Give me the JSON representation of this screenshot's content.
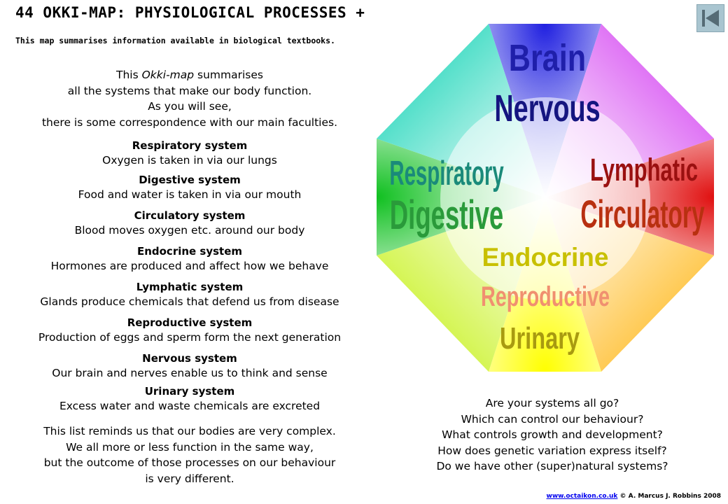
{
  "header": {
    "title": "44 OKKI-MAP: PHYSIOLOGICAL PROCESSES +",
    "subtitle": "This map summarises information available in biological textbooks."
  },
  "nav": {
    "back_icon": "skip-back-icon"
  },
  "intro": {
    "line1_pre": "This ",
    "line1_em": "Okki-map",
    "line1_post": " summarises",
    "line2": "all the systems that make our body function.",
    "line3": "As you will see,",
    "line4": "there is some correspondence with our main faculties."
  },
  "systems": [
    {
      "name": "Respiratory system",
      "desc": "Oxygen is taken in via our lungs"
    },
    {
      "name": "Digestive system",
      "desc": "Food and water is taken in via our mouth"
    },
    {
      "name": "Circulatory system",
      "desc": "Blood moves oxygen etc. around our body"
    },
    {
      "name": "Endocrine system",
      "desc": "Hormones are produced and affect how we behave"
    },
    {
      "name": "Lymphatic system",
      "desc": "Glands produce chemicals that defend us from disease"
    },
    {
      "name": "Reproductive system",
      "desc": "Production of eggs and sperm form the next generation"
    },
    {
      "name": "Nervous system",
      "desc": "Our brain and nerves enable us to think  and sense"
    },
    {
      "name": "Urinary system",
      "desc": "Excess water and waste chemicals are excreted"
    }
  ],
  "closing": {
    "line1": "This list reminds us that our bodies are very complex.",
    "line2": "We all more or less function in the same way,",
    "line3": "but the outcome of those processes on our behaviour",
    "line4": "is very different."
  },
  "diagram": {
    "labels": {
      "brain": "Brain",
      "nervous": "Nervous",
      "respiratory": "Respiratory",
      "digestive": "Digestive",
      "lymphatic": "Lymphatic",
      "circulatory": "Circulatory",
      "endocrine": "Endocrine",
      "reproductive": "Reproductive",
      "urinary": "Urinary"
    },
    "colors": {
      "top": "#2020e0",
      "right": "#e01010",
      "bottom": "#ffff00",
      "left": "#10c020",
      "top_right": "#d030f0",
      "bottom_right": "#ffb000",
      "bottom_left": "#c0f000",
      "top_left": "#00d0b0",
      "text_blue": "#1f1faa",
      "text_teal": "#1a8a7a",
      "text_green": "#2a9a3a",
      "text_red": "#9a1010",
      "text_orange": "#b83010",
      "text_yellow": "#c8c000",
      "text_salmon": "#f09070",
      "text_olive": "#a89a10"
    }
  },
  "questions": {
    "line1": "Are your systems all go?",
    "line2": "Which  can control our behaviour?",
    "line3": "What controls growth and development?",
    "line4": "How does genetic variation express itself?",
    "line5": "Do we have other (super)natural systems?"
  },
  "footer": {
    "link": "www.octaikon.co.uk",
    "copyright": "© A. Marcus J. Robbins 2008"
  }
}
